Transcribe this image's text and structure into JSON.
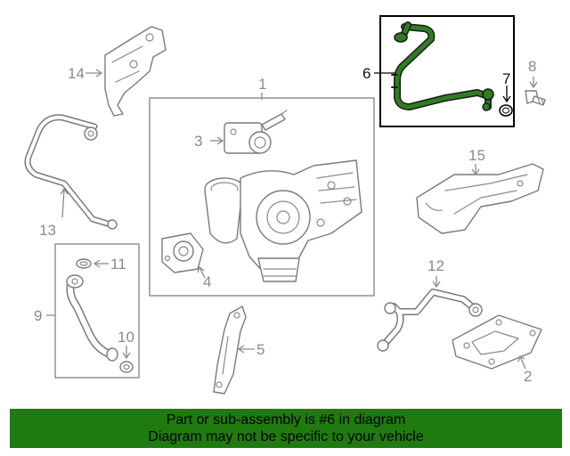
{
  "callouts": {
    "c1": "1",
    "c2": "2",
    "c3": "3",
    "c4": "4",
    "c5": "5",
    "c6": "6",
    "c7": "7",
    "c8": "8",
    "c9": "9",
    "c10": "10",
    "c11": "11",
    "c12": "12",
    "c13": "13",
    "c14": "14",
    "c15": "15"
  },
  "highlight": {
    "part_number": "6",
    "color": "#2f7d22"
  },
  "banner": {
    "line1": "Part or sub-assembly is #6 in diagram",
    "line2": "Diagram may not be specific to your vehicle",
    "background": "#1f7a10"
  }
}
